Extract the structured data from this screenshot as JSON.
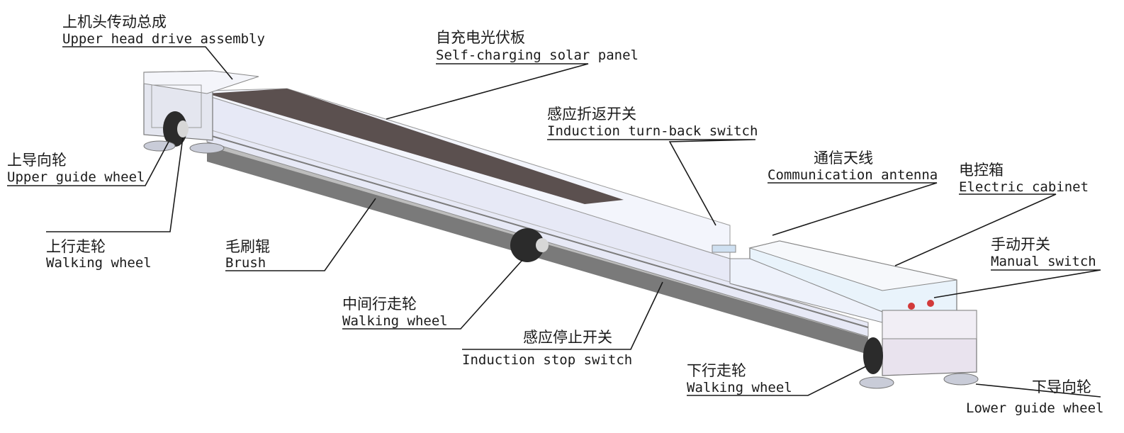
{
  "labels": {
    "upper_head": {
      "zh": "上机头传动总成",
      "en": "Upper head drive assembly"
    },
    "solar_panel": {
      "zh": "自充电光伏板",
      "en": "Self-charging solar panel"
    },
    "turn_back": {
      "zh": "感应折返开关",
      "en": "Induction turn-back switch"
    },
    "antenna": {
      "zh": "通信天线",
      "en": "Communication antenna"
    },
    "cabinet": {
      "zh": "电控箱",
      "en": "Electric cabinet"
    },
    "manual": {
      "zh": "手动开关",
      "en": "Manual switch"
    },
    "upper_guide": {
      "zh": "上导向轮",
      "en": "Upper guide wheel"
    },
    "upper_walk": {
      "zh": "上行走轮",
      "en": "Walking wheel"
    },
    "brush": {
      "zh": "毛刷辊",
      "en": "Brush"
    },
    "middle_walk": {
      "zh": "中间行走轮",
      "en": "Walking wheel"
    },
    "stop_switch": {
      "zh": "感应停止开关",
      "en": "Induction stop switch"
    },
    "lower_walk": {
      "zh": "下行走轮",
      "en": "Walking wheel"
    },
    "lower_guide": {
      "zh": "下导向轮",
      "en": "Lower guide wheel"
    }
  },
  "colors": {
    "solar": "#5b504f",
    "frame": "#e7e9f6",
    "frame_light": "#f3f5fc",
    "bristle": "#6e6e6e",
    "cabinet": "#e9f3fb",
    "box": "#e9e3ee",
    "wheel": "#2b2b2b",
    "switch_red": "#d23a3a"
  }
}
